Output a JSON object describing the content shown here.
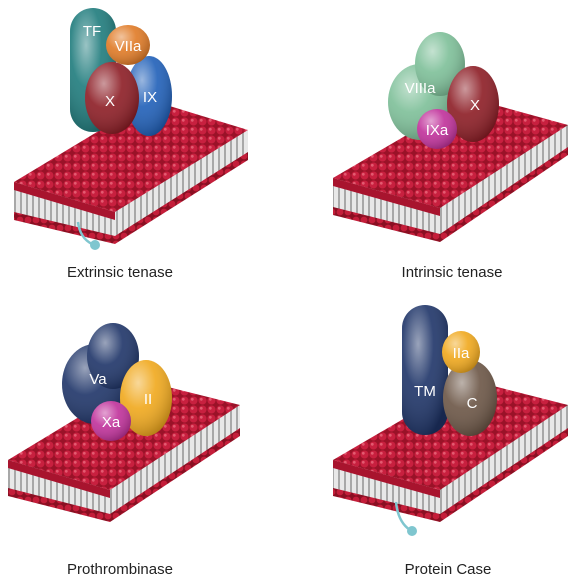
{
  "panels": [
    {
      "caption": "Extrinsic tenase",
      "has_anchor": true,
      "proteins": [
        {
          "label": "TF",
          "color": "#1e7b7c"
        },
        {
          "label": "VIIa",
          "color": "#e07a25"
        },
        {
          "label": "IX",
          "color": "#1f5fb8"
        },
        {
          "label": "X",
          "color": "#8c1c24"
        }
      ]
    },
    {
      "caption": "Intrinsic tenase",
      "has_anchor": false,
      "proteins": [
        {
          "label": "VIIIa",
          "color": "#7dbf98"
        },
        {
          "label": "X",
          "color": "#8c1c24"
        },
        {
          "label": "IXa",
          "color": "#c0309a"
        }
      ]
    },
    {
      "caption": "Prothrombinase",
      "has_anchor": false,
      "proteins": [
        {
          "label": "Va",
          "color": "#1e3468"
        },
        {
          "label": "II",
          "color": "#f0a81c"
        },
        {
          "label": "Xa",
          "color": "#c0309a"
        }
      ]
    },
    {
      "caption": "Protein Case",
      "has_anchor": true,
      "proteins": [
        {
          "label": "TM",
          "color": "#1e3468"
        },
        {
          "label": "C",
          "color": "#6b5545"
        },
        {
          "label": "IIa",
          "color": "#f0a81c"
        }
      ]
    }
  ],
  "colors": {
    "head_group": "#c41e3a",
    "tail": "#bdbdbd",
    "anchor": "#7fc6cf"
  }
}
